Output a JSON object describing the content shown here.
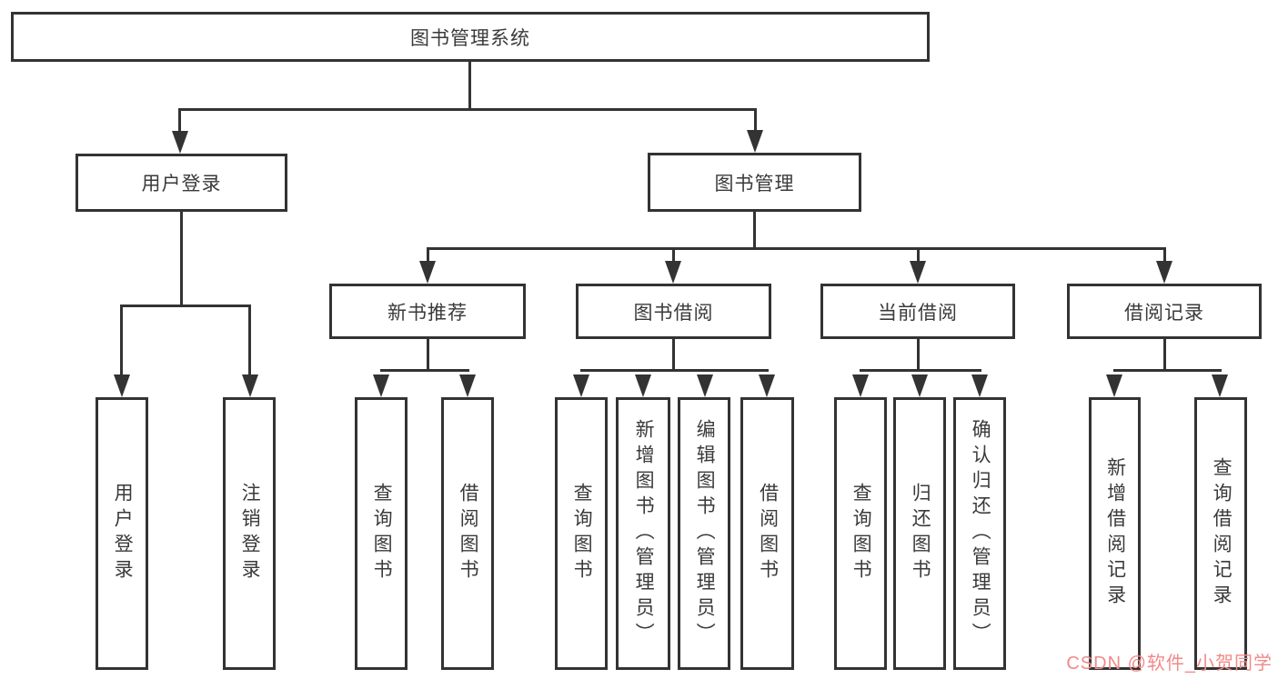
{
  "colors": {
    "line": "#333333",
    "text": "#3a3a3a",
    "background": "#ffffff",
    "watermark": "#f08a8a"
  },
  "watermark": {
    "text": "CSDN @软件_小贺同学"
  },
  "tree": {
    "root": {
      "label": "图书管理系统",
      "children": [
        {
          "label": "用户登录",
          "children": [
            {
              "label": "用户登录"
            },
            {
              "label": "注销登录"
            }
          ]
        },
        {
          "label": "图书管理",
          "children": [
            {
              "label": "新书推荐",
              "children": [
                {
                  "label": "查询图书"
                },
                {
                  "label": "借阅图书"
                }
              ]
            },
            {
              "label": "图书借阅",
              "children": [
                {
                  "label": "查询图书"
                },
                {
                  "label": "新增图书（管理员）"
                },
                {
                  "label": "编辑图书（管理员）"
                },
                {
                  "label": "借阅图书"
                }
              ]
            },
            {
              "label": "当前借阅",
              "children": [
                {
                  "label": "查询图书"
                },
                {
                  "label": "归还图书"
                },
                {
                  "label": "确认归还（管理员）"
                }
              ]
            },
            {
              "label": "借阅记录",
              "children": [
                {
                  "label": "新增借阅记录"
                },
                {
                  "label": "查询借阅记录"
                }
              ]
            }
          ]
        }
      ]
    }
  }
}
